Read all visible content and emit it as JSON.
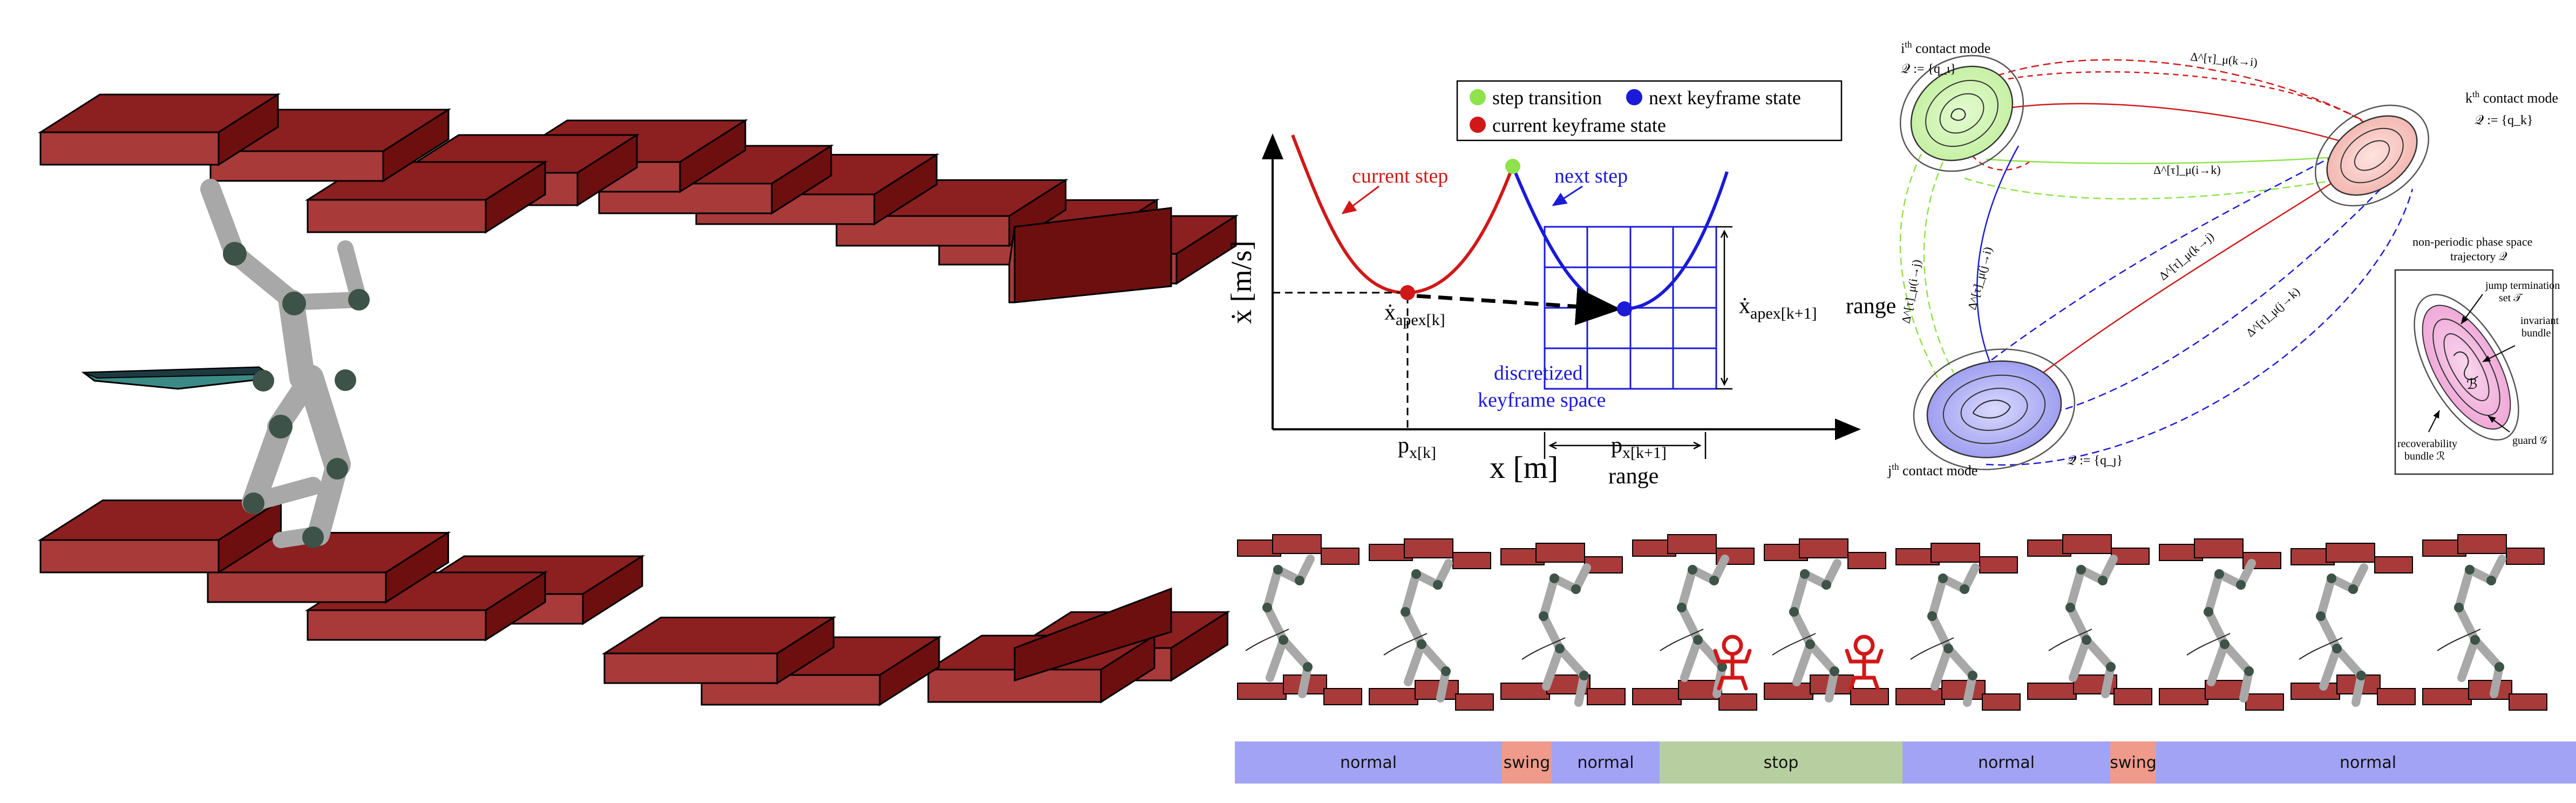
{
  "colors": {
    "block_face": "#a83a3a",
    "block_top": "#8c1f1f",
    "block_side": "#6e0f0f",
    "robot_limb": "#a8a8a8",
    "robot_joint": "#3d5248",
    "current_step": "#d01818",
    "next_step": "#1a1ad8",
    "transition": "#8ee34a",
    "normal_bar": "#a3a3f5",
    "swing_bar": "#ef9a8a",
    "stop_bar": "#b7cfa0"
  },
  "phase_plot": {
    "legend": {
      "step_transition": "step transition",
      "next_keyframe_state": "next keyframe state",
      "current_keyframe_state": "current keyframe state"
    },
    "y_axis_label": "ẋ [m/s]",
    "y_tick": "ẋ",
    "x_axis_label": "x [m]",
    "current_step": "current step",
    "next_step": "next step",
    "apex_k_main": "ẋ",
    "apex_k_sub": "apex[k]",
    "apex_k1_main": "ẋ",
    "apex_k1_sub": "apex[k+1]",
    "apex_range": "range",
    "discretized_line1": "discretized",
    "discretized_line2": "keyframe space",
    "px_k_main": "p",
    "px_k_sub": "x[k]",
    "px_k1_main": "p",
    "px_k1_sub": "x[k+1]",
    "px_range": "range"
  },
  "contact_diagram": {
    "i_mode_title": "i",
    "i_mode_sup": "th",
    "i_mode_rest": " contact mode",
    "i_mode_set": "𝒬 := {q_ι}",
    "k_mode_title": "k",
    "k_mode_sup": "th",
    "k_mode_rest": " contact mode",
    "k_mode_set": "𝒬 := {q_k}",
    "j_mode_title": "j",
    "j_mode_sup": "th",
    "j_mode_rest": " contact mode",
    "j_mode_set": "𝒬 := {q_ȷ}",
    "delta_ki": "Δ^[τ]_μ(k→i)",
    "delta_ik": "Δ^[τ]_μ(i→k)",
    "delta_ji": "Δ^[τ]_μ(j→i)",
    "delta_ij": "Δ^[τ]_μ(i→j)",
    "delta_kj": "Δ^[τ]_μ(k→j)",
    "delta_jk": "Δ^[τ]_μ(j→k)",
    "inset_title1": "non-periodic phase space",
    "inset_title2": "trajectory 𝒬",
    "jump_term1": "jump termination",
    "jump_term2": "set 𝒯",
    "invariant1": "invariant",
    "invariant2": "bundle",
    "b_label": "ℬ",
    "recov1": "recoverability",
    "recov2": "bundle ℛ",
    "guard": "guard 𝒢"
  },
  "phase_bar": [
    {
      "label": "normal",
      "type": "normal"
    },
    {
      "label": "swing",
      "type": "swing"
    },
    {
      "label": "normal",
      "type": "normal"
    },
    {
      "label": "stop",
      "type": "stop"
    },
    {
      "label": "normal",
      "type": "normal"
    },
    {
      "label": "swing",
      "type": "swing"
    },
    {
      "label": "normal",
      "type": "normal"
    }
  ]
}
